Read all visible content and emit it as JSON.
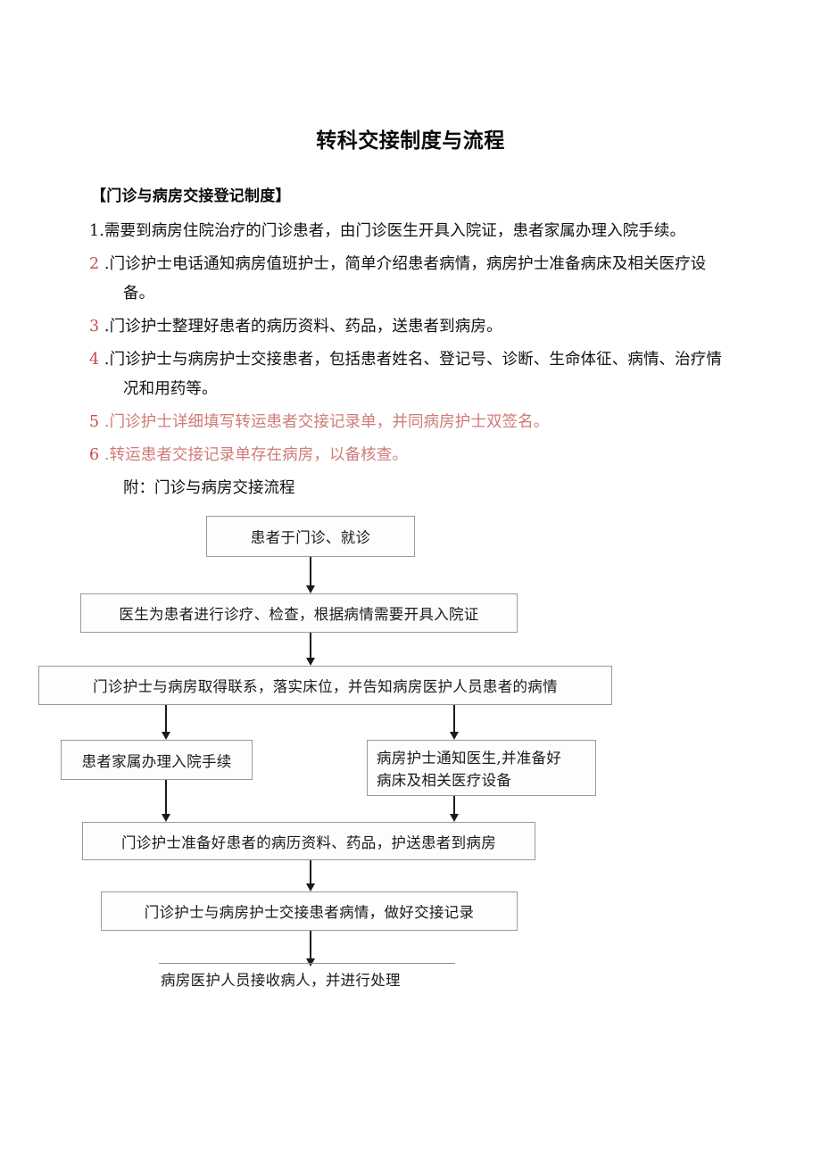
{
  "document": {
    "title": "转科交接制度与流程",
    "section_heading": "【门诊与病房交接登记制度】",
    "appendix": "附：门诊与病房交接流程"
  },
  "rules": [
    {
      "number": "1",
      "separator": ".",
      "text": "需要到病房住院治疗的门诊患者，由门诊医生开具入院证，患者家属办理入院手续。",
      "marker_color": "black",
      "text_color": "black"
    },
    {
      "number": "2",
      "separator": " .",
      "text": "门诊护士电话通知病房值班护士，简单介绍患者病情，病房护士准备病床及相关医疗设备。",
      "marker_color": "red",
      "text_color": "black"
    },
    {
      "number": "3",
      "separator": " .",
      "text": "门诊护士整理好患者的病历资料、药品，送患者到病房。",
      "marker_color": "red",
      "text_color": "black"
    },
    {
      "number": "4",
      "separator": " .",
      "text": "门诊护士与病房护士交接患者，包括患者姓名、登记号、诊断、生命体征、病情、治疗情况和用药等。",
      "marker_color": "red",
      "text_color": "black"
    },
    {
      "number": "5",
      "separator": " .",
      "text": "门诊护士详细填写转运患者交接记录单，并同病房护士双签名。",
      "marker_color": "red",
      "text_color": "red"
    },
    {
      "number": "6",
      "separator": " .",
      "text": "转运患者交接记录单存在病房，以备核查。",
      "marker_color": "red",
      "text_color": "red"
    }
  ],
  "flowchart": {
    "nodes": [
      {
        "id": "n1",
        "text": "患者于门诊、就诊"
      },
      {
        "id": "n2",
        "text": "医生为患者进行诊疗、检查，根据病情需要开具入院证"
      },
      {
        "id": "n3",
        "text": "门诊护士与病房取得联系，落实床位，并告知病房医护人员患者的病情"
      },
      {
        "id": "n4",
        "text": "患者家属办理入院手续"
      },
      {
        "id": "n5_line1",
        "text": "病房护士通知医生,并准备好"
      },
      {
        "id": "n5_line2",
        "text": "病床及相关医疗设备"
      },
      {
        "id": "n6",
        "text": "门诊护士准备好患者的病历资料、药品，护送患者到病房"
      },
      {
        "id": "n7",
        "text": "门诊护士与病房护士交接患者病情，做好交接记录"
      },
      {
        "id": "n8",
        "text": "病房医护人员接收病人，并进行处理"
      }
    ]
  },
  "colors": {
    "accent_red": "#c0504d",
    "light_red": "#d07b78",
    "box_border": "#9a9a9a",
    "text": "#111111"
  }
}
